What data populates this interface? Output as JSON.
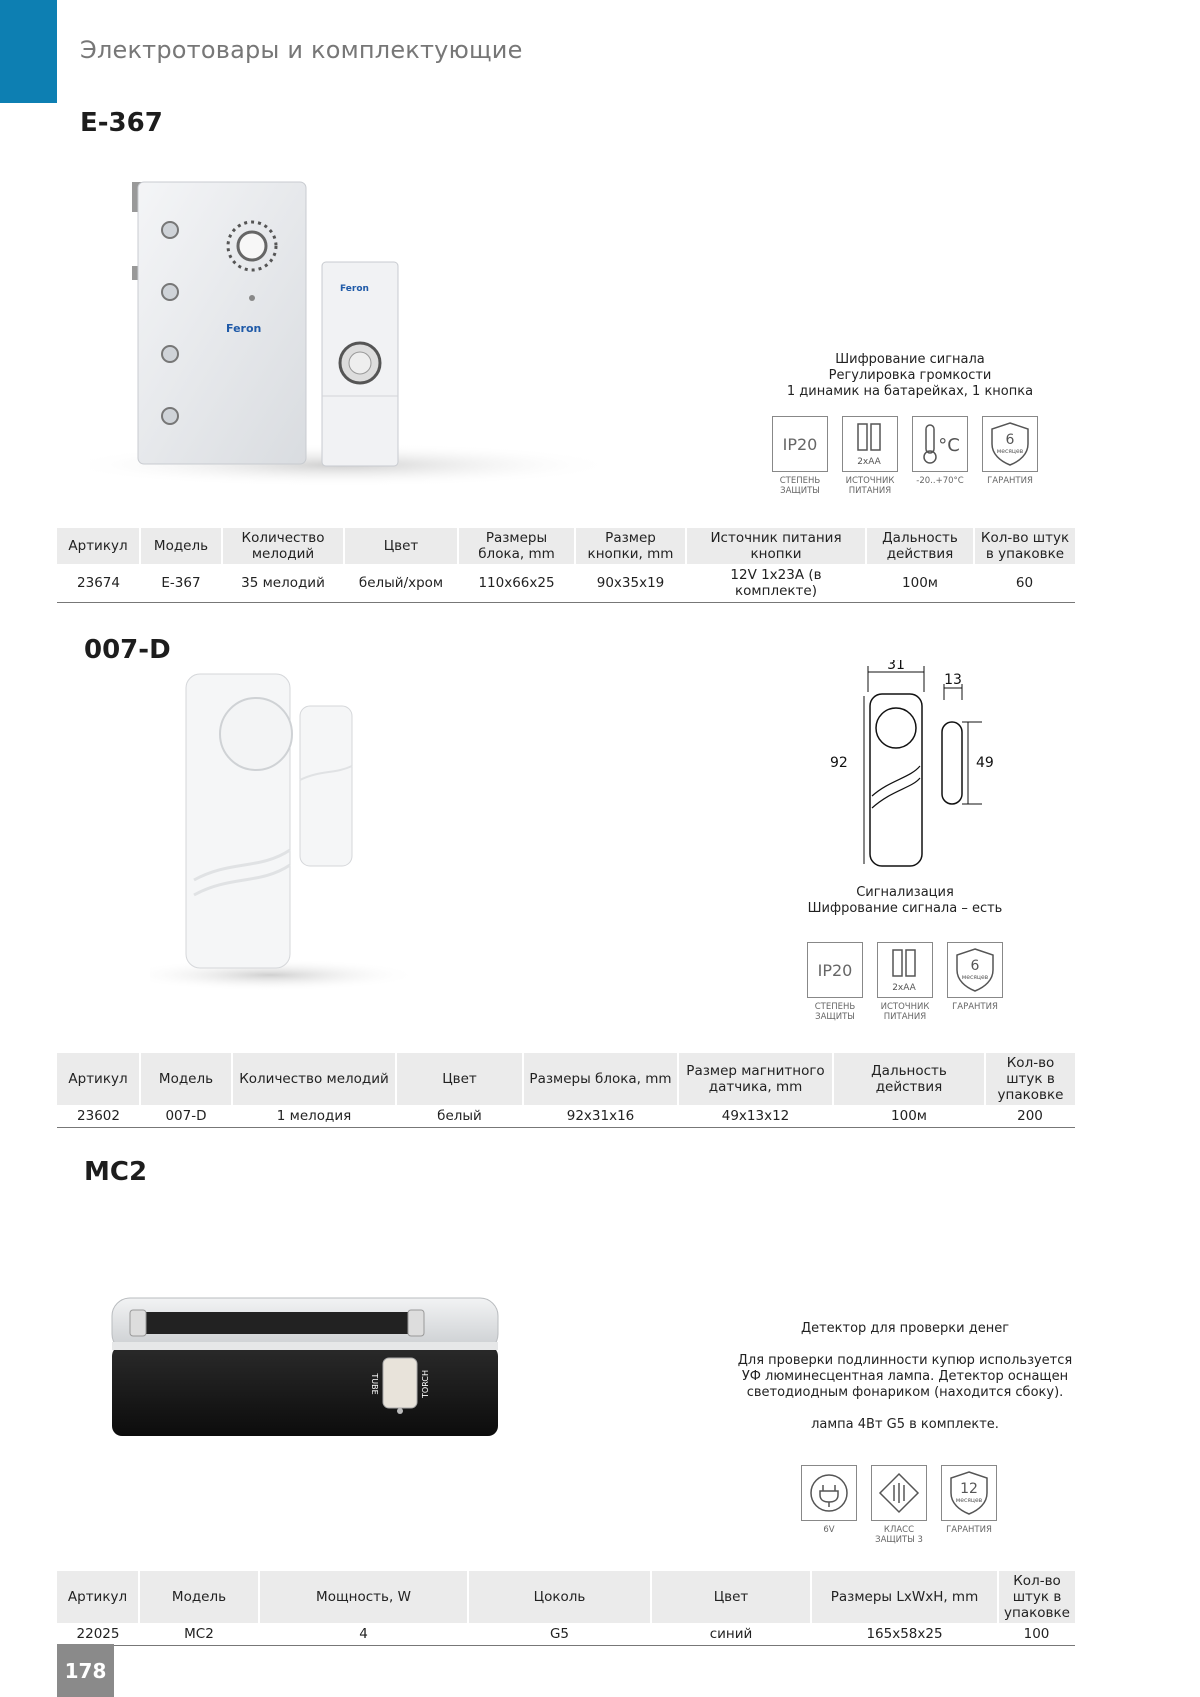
{
  "header": {
    "section_title": "Электротовары и комплектующие"
  },
  "products": [
    {
      "title": "E-367",
      "image_logo": "Feron",
      "description": [
        "Шифрование сигнала",
        "Регулировка громкости",
        "1 динамик на батарейках, 1 кнопка"
      ],
      "icons": [
        {
          "name": "ip20-icon",
          "text": "IP20",
          "caption": "СТЕПЕНЬ\nЗАЩИТЫ"
        },
        {
          "name": "battery-icon",
          "text": "2xAA",
          "caption": "ИСТОЧНИК\nПИТАНИЯ"
        },
        {
          "name": "thermometer-icon",
          "text": "°C",
          "caption": "-20..+70°C"
        },
        {
          "name": "warranty-shield-icon",
          "text": "6",
          "sub": "месяцев",
          "caption": "ГАРАНТИЯ"
        }
      ],
      "table": {
        "headers": [
          "Артикул",
          "Модель",
          "Количество мелодий",
          "Цвет",
          "Размеры блока, mm",
          "Размер кнопки, mm",
          "Источник питания кнопки",
          "Дальность действия",
          "Кол-во штук в упаковке"
        ],
        "row": [
          "23674",
          "E-367",
          "35 мелодий",
          "белый/хром",
          "110х66х25",
          "90х35х19",
          "12V 1x23A (в комплекте)",
          "100м",
          "60"
        ]
      }
    },
    {
      "title": "007-D",
      "dimensions": {
        "width": "31",
        "depth": "13",
        "height": "92",
        "sensor_height": "49"
      },
      "description": [
        "Сигнализация",
        "Шифрование сигнала – есть"
      ],
      "icons": [
        {
          "name": "ip20-icon",
          "text": "IP20",
          "caption": "СТЕПЕНЬ\nЗАЩИТЫ"
        },
        {
          "name": "battery-icon",
          "text": "2xAA",
          "caption": "ИСТОЧНИК\nПИТАНИЯ"
        },
        {
          "name": "warranty-shield-icon",
          "text": "6",
          "sub": "месяцев",
          "caption": "ГАРАНТИЯ"
        }
      ],
      "table": {
        "headers": [
          "Артикул",
          "Модель",
          "Количество мелодий",
          "Цвет",
          "Размеры блока, mm",
          "Размер магнитного датчика, mm",
          "Дальность действия",
          "Кол-во штук в упаковке"
        ],
        "row": [
          "23602",
          "007-D",
          "1 мелодия",
          "белый",
          "92х31х16",
          "49х13х12",
          "100м",
          "200"
        ]
      }
    },
    {
      "title": "MC2",
      "image_labels": {
        "left": "TUBE",
        "right": "TORCH"
      },
      "description": [
        "Детектор для проверки денег",
        "",
        "Для проверки подлинности купюр используется",
        "УФ люминесцентная лампа. Детектор оснащен",
        "светодиодным фонариком (находится сбоку).",
        "",
        "лампа 4Вт G5 в комплекте."
      ],
      "icons": [
        {
          "name": "plug-icon",
          "text": "",
          "caption": "6V"
        },
        {
          "name": "protection-class-icon",
          "text": "",
          "caption": "КЛАСС\nЗАЩИТЫ 3"
        },
        {
          "name": "warranty-shield-icon",
          "text": "12",
          "sub": "месяцев",
          "caption": "ГАРАНТИЯ"
        }
      ],
      "table": {
        "headers": [
          "Артикул",
          "Модель",
          "Мощность, W",
          "Цоколь",
          "Цвет",
          "Размеры LxWxH, mm",
          "Кол-во штук в упаковке"
        ],
        "row": [
          "22025",
          "MC2",
          "4",
          "G5",
          "синий",
          "165х58х25",
          "100"
        ]
      }
    }
  ],
  "footer": {
    "page_number": "178"
  },
  "colors": {
    "accent": "#0d7fb2",
    "page_tab": "#8a8a8a",
    "table_header": "#ebebeb"
  }
}
